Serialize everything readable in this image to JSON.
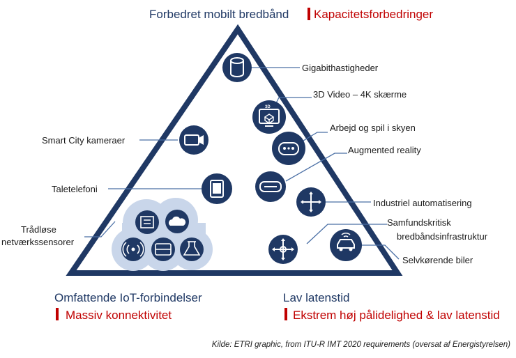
{
  "corners": {
    "top": {
      "title": "Forbedret mobilt bredbånd",
      "highlight": "Kapacitetsforbedringer"
    },
    "bottom_left": {
      "title": "Omfattende IoT-forbindelser",
      "highlight": "Massiv konnektivitet"
    },
    "bottom_right": {
      "title": "Lav latenstid",
      "highlight": "Ekstrem høj pålidelighed & lav latenstid"
    }
  },
  "labels": {
    "gigabit": "Gigabithastigheder",
    "video3d": "3D Video – 4K skærme",
    "cloud": "Arbejd og spil i skyen",
    "ar": "Augmented reality",
    "smartcity": "Smart City kameraer",
    "voice": "Taletelefoni",
    "industry": "Industriel automatisering",
    "critical_1": "Samfundskritisk",
    "critical_2": "bredbåndsinfrastruktur",
    "cars": "Selvkørende biler",
    "sensors_1": "Trådløse",
    "sensors_2": "netværkssensorer"
  },
  "icon_badge_3d": "3D",
  "caption": "Kilde: ETRI graphic, from ITU-R IMT 2020  requirements (oversat af Energistyrelsen)",
  "colors": {
    "triangle": "#1f3864",
    "icon": "#1f3864",
    "accent": "#c00000",
    "line": "#4a6fa5"
  }
}
